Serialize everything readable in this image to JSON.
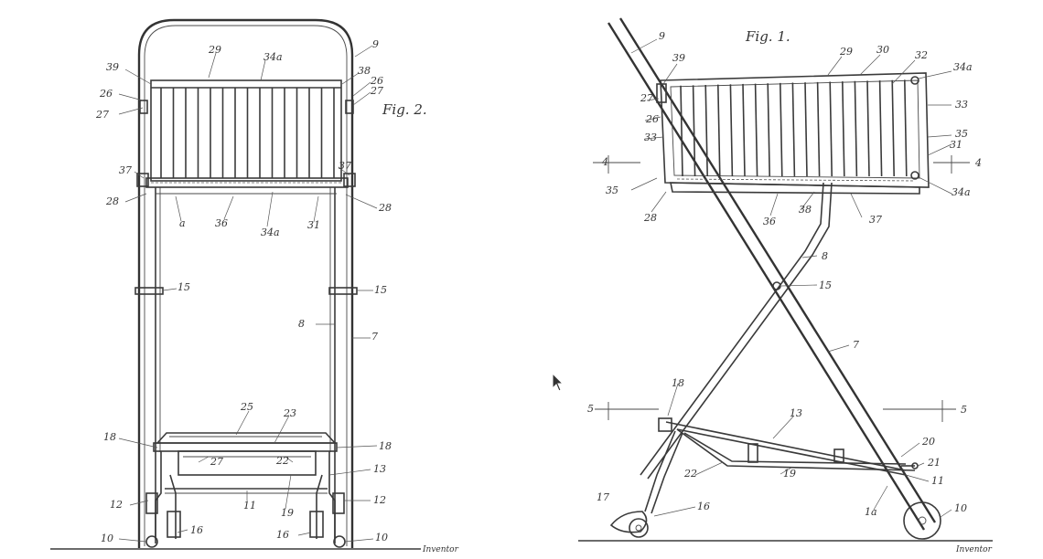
{
  "figures": {
    "fig2": {
      "title": "Fig. 2.",
      "labels": {
        "l29": "29",
        "l34a": "34a",
        "l9": "9",
        "l39": "39",
        "l26a": "26",
        "l27a": "27",
        "l38": "38",
        "l26b": "26",
        "l27b": "27",
        "l37a": "37",
        "l37b": "37",
        "l28a": "28",
        "l28b": "28",
        "la": "a",
        "l36": "36",
        "l34b": "34a",
        "l31": "31",
        "l15a": "15",
        "l15b": "15",
        "l8": "8",
        "l7": "7",
        "l25": "25",
        "l23": "23",
        "l18a": "18",
        "l18b": "18",
        "l27c": "27",
        "l22": "22",
        "l13": "13",
        "l11": "11",
        "l19": "19",
        "l12a": "12",
        "l12b": "12",
        "l16a": "16",
        "l16b": "16",
        "l10a": "10",
        "l10b": "10"
      },
      "inventor": "Inventor"
    },
    "fig1": {
      "title": "Fig. 1.",
      "labels": {
        "l9": "9",
        "l39": "39",
        "l29": "29",
        "l30": "30",
        "l32": "32",
        "l34a": "34a",
        "l27": "27",
        "l26": "26",
        "l33a": "33",
        "l33b": "33",
        "l35a": "35",
        "l31": "31",
        "l4a": "4",
        "l4b": "4",
        "l35b": "35",
        "l34b": "34a",
        "l28": "28",
        "l36": "36",
        "l38": "38",
        "l37": "37",
        "l8": "8",
        "l15": "15",
        "l7": "7",
        "l18": "18",
        "l5a": "5",
        "l5b": "5",
        "l13": "13",
        "l20": "20",
        "l21": "21",
        "l22": "22",
        "l19": "19",
        "l11": "11",
        "l1a": "1a",
        "l17": "17",
        "l16": "16",
        "l10": "10"
      },
      "inventor": "Inventor"
    }
  }
}
